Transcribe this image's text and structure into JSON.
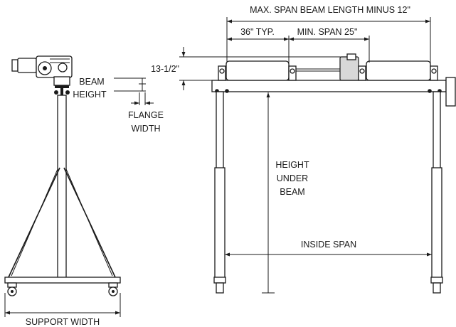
{
  "labels": {
    "max_span": "MAX. SPAN BEAM LENGTH MINUS 12\"",
    "typ": "36\" TYP.",
    "min_span": "MIN. SPAN 25\"",
    "dim_13": "13-1/2\"",
    "beam": "BEAM",
    "height": "HEIGHT",
    "flange": "FLANGE",
    "width": "WIDTH",
    "hub1": "HEIGHT",
    "hub2": "UNDER",
    "hub3": "BEAM",
    "inside_span": "INSIDE SPAN",
    "support_width": "SUPPORT WIDTH"
  }
}
